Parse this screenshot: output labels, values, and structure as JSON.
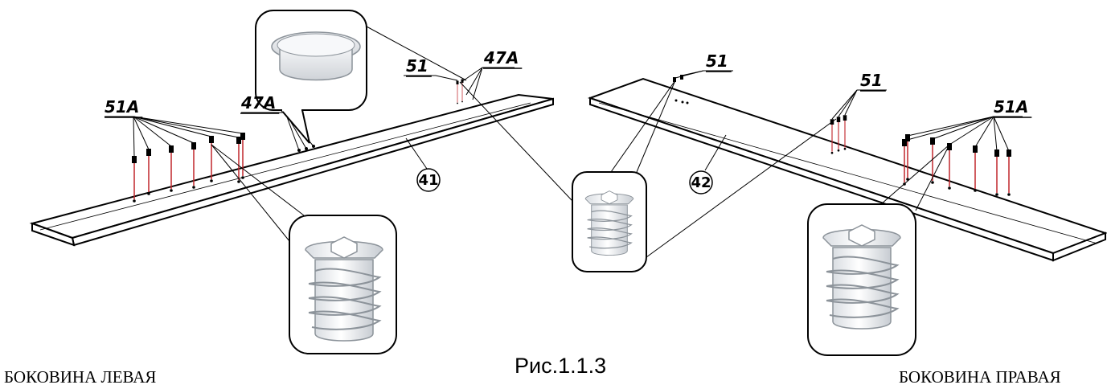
{
  "figure_caption": "Рис.1.1.3",
  "left_panel": {
    "title": "БОКОВИНА ЛЕВАЯ",
    "part_number": "41",
    "callouts": [
      "51A",
      "47A",
      "51",
      "47A"
    ]
  },
  "right_panel": {
    "title": "БОКОВИНА ПРАВАЯ",
    "part_number": "42",
    "callouts": [
      "51",
      "51",
      "51A"
    ]
  }
}
